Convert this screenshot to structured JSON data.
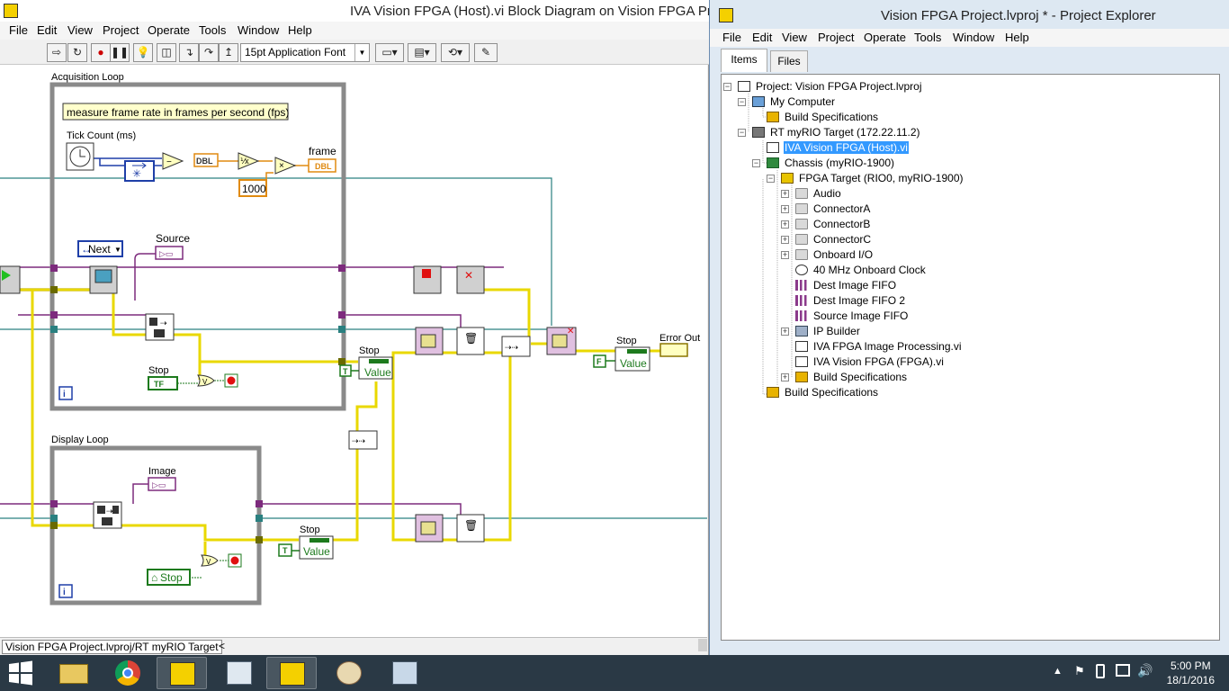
{
  "block_diagram": {
    "title": "IVA Vision FPGA (Host).vi Block Diagram on Vision FPGA Proj",
    "menu": [
      "File",
      "Edit",
      "View",
      "Project",
      "Operate",
      "Tools",
      "Window",
      "Help"
    ],
    "font_select": "15pt Application Font",
    "status_path": "Vision FPGA Project.lvproj/RT myRIO Target",
    "labels": {
      "acq_loop": "Acquisition Loop",
      "comment": "measure frame rate in frames per second (fps)",
      "tick_count": "Tick Count (ms)",
      "dbl": "DBL",
      "const_1000": "1000",
      "frame": "frame",
      "next": "Next",
      "source": "Source",
      "stop": "Stop",
      "tf": "TF",
      "display_loop": "Display Loop",
      "image": "Image",
      "stop_button": "Stop",
      "value": "Value",
      "t_const": "T",
      "f_const": "F",
      "error_out": "Error Out",
      "info": "i"
    }
  },
  "project_explorer": {
    "title": "Vision FPGA Project.lvproj * - Project Explorer",
    "menu": [
      "File",
      "Edit",
      "View",
      "Project",
      "Operate",
      "Tools",
      "Window",
      "Help"
    ],
    "tabs": [
      "Items",
      "Files"
    ],
    "tree": [
      {
        "label": "Project: Vision FPGA Project.lvproj",
        "icon": "project-icon"
      },
      {
        "label": "My Computer",
        "icon": "computer-icon"
      },
      {
        "label": "Build Specifications",
        "icon": "build-spec-icon"
      },
      {
        "label": "RT myRIO Target (172.22.11.2)",
        "icon": "rt-target-icon"
      },
      {
        "label": "IVA Vision FPGA (Host).vi",
        "icon": "vi-icon",
        "selected": true
      },
      {
        "label": "Chassis (myRIO-1900)",
        "icon": "chassis-icon"
      },
      {
        "label": "FPGA Target (RIO0, myRIO-1900)",
        "icon": "fpga-icon"
      },
      {
        "label": "Audio",
        "icon": "folder-icon"
      },
      {
        "label": "ConnectorA",
        "icon": "folder-icon"
      },
      {
        "label": "ConnectorB",
        "icon": "folder-icon"
      },
      {
        "label": "ConnectorC",
        "icon": "folder-icon"
      },
      {
        "label": "Onboard I/O",
        "icon": "folder-icon"
      },
      {
        "label": "40 MHz Onboard Clock",
        "icon": "clock-icon"
      },
      {
        "label": "Dest Image FIFO",
        "icon": "fifo-icon"
      },
      {
        "label": "Dest Image FIFO 2",
        "icon": "fifo-icon"
      },
      {
        "label": "Source Image FIFO",
        "icon": "fifo-icon"
      },
      {
        "label": "IP Builder",
        "icon": "ip-builder-icon"
      },
      {
        "label": "IVA FPGA Image Processing.vi",
        "icon": "vi-icon"
      },
      {
        "label": "IVA Vision FPGA (FPGA).vi",
        "icon": "vi-icon"
      },
      {
        "label": "Build Specifications",
        "icon": "build-spec-icon"
      },
      {
        "label": "Build Specifications",
        "icon": "build-spec-icon"
      }
    ]
  },
  "taskbar": {
    "time": "5:00 PM",
    "date": "18/1/2016"
  }
}
